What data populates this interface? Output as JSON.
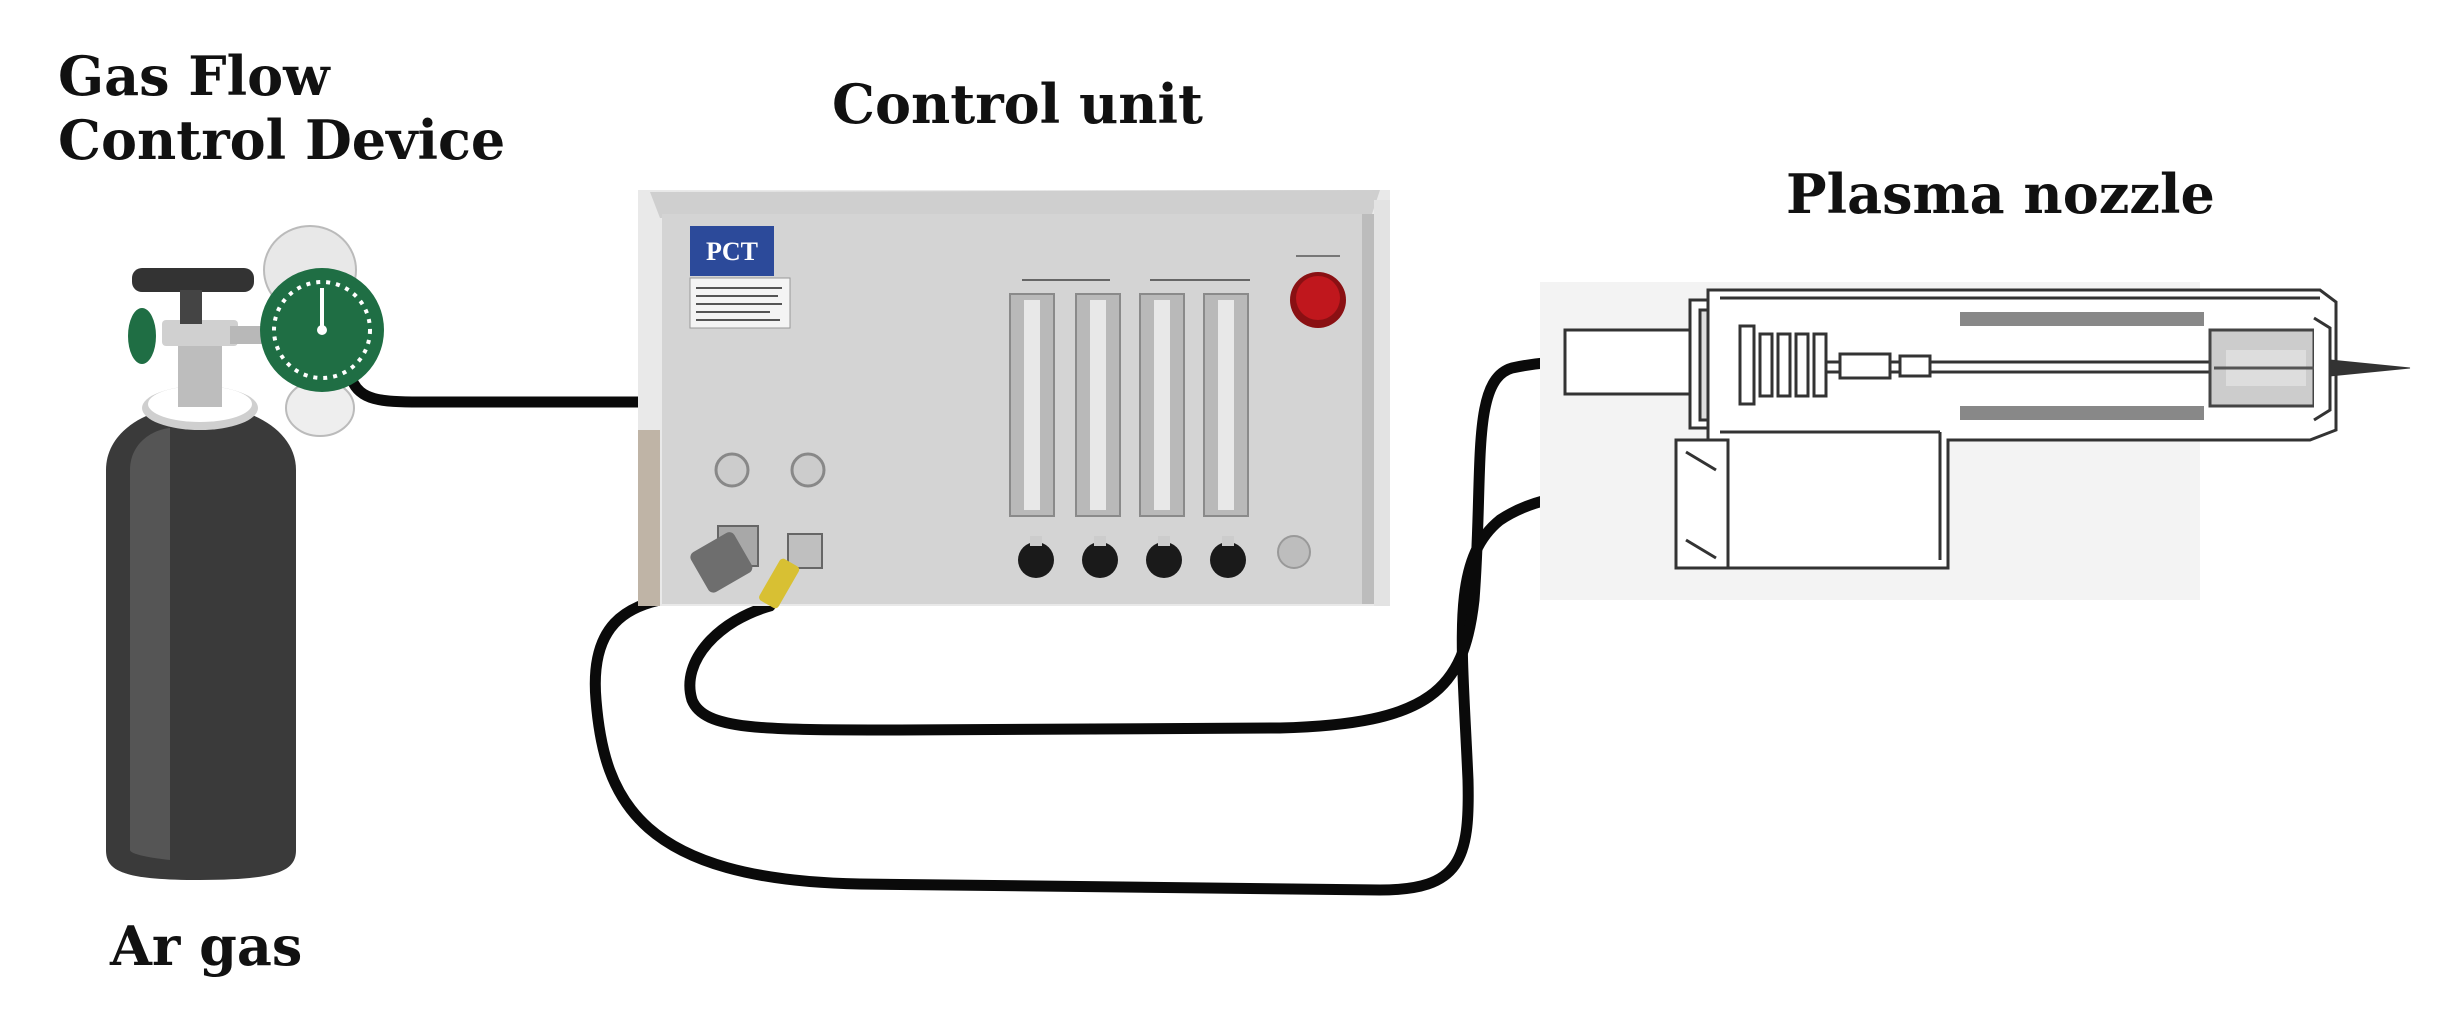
{
  "labels": {
    "gas_flow_line1": "Gas Flow",
    "gas_flow_line2": "Control Device",
    "control_unit": "Control unit",
    "plasma_nozzle": "Plasma nozzle",
    "ar_gas": "Ar gas"
  },
  "control_panel": {
    "brand": "PCT"
  },
  "colors": {
    "cylinder_body": "#3a3a3a",
    "regulator_gauge": "#1f6e44",
    "panel_face": "#d4d4d4",
    "cable": "#0a0a0a",
    "emergency_button": "#c0171d",
    "brand_plate": "#2c4a9a"
  },
  "icons": {
    "cylinder": "gas-cylinder-icon",
    "regulator": "pressure-gauge-icon",
    "control_unit": "control-unit-icon",
    "flowmeter": "flowmeter-icon",
    "nozzle": "plasma-nozzle-icon"
  }
}
